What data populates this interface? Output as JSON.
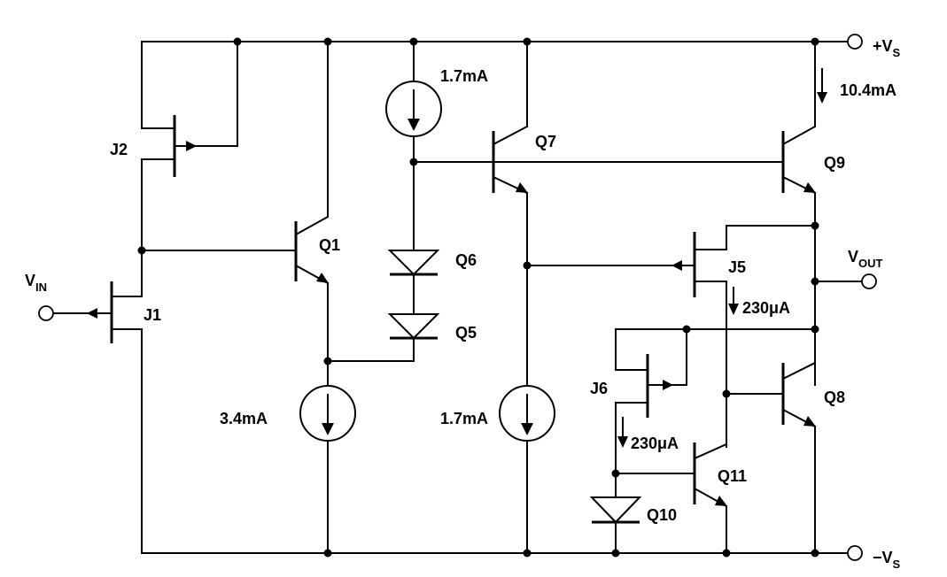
{
  "labels": {
    "vin": "V",
    "vin_sub": "IN",
    "vout": "V",
    "vout_sub": "OUT",
    "vplus": "+V",
    "vplus_sub": "S",
    "vminus": "−V",
    "vminus_sub": "S",
    "J1": "J1",
    "J2": "J2",
    "J5": "J5",
    "J6": "J6",
    "Q1": "Q1",
    "Q5": "Q5",
    "Q6": "Q6",
    "Q7": "Q7",
    "Q8": "Q8",
    "Q9": "Q9",
    "Q10": "Q10",
    "Q11": "Q11"
  },
  "currents": {
    "i_q6_source": "1.7mA",
    "i_q7_sink": "1.7mA",
    "i_q1_sink": "3.4mA",
    "i_q9": "10.4mA",
    "i_j5": "230μA",
    "i_j6": "230μA"
  }
}
